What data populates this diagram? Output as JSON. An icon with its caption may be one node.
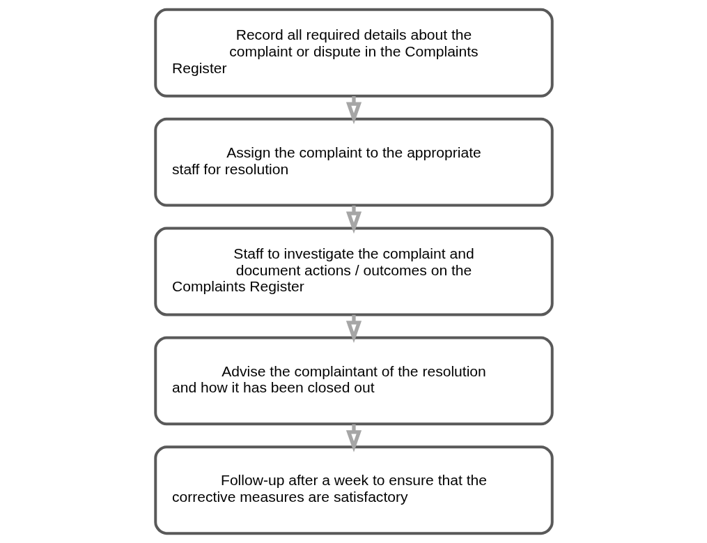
{
  "diagram": {
    "nodes": [
      {
        "text": [
          "Record all required details about the complaint or dispute in the Complaints Register"
        ]
      },
      {
        "text": [
          "Assign the complaint to the appropriate staff for resolution"
        ]
      },
      {
        "text": [
          "Staff to investigate the complaint and document actions / outcomes on the Complaints Register"
        ]
      },
      {
        "text": [
          "Advise the complaintant of the resolution and how it has been closed out"
        ]
      },
      {
        "text": [
          "Follow-up after a week to ensure that the corrective measures are satisfactory"
        ]
      }
    ],
    "edges": [
      {
        "from": 0,
        "to": 1,
        "arrow": "to"
      },
      {
        "from": 1,
        "to": 2,
        "arrow": "to"
      },
      {
        "from": 2,
        "to": 3,
        "arrow": "to"
      },
      {
        "from": 3,
        "to": 4,
        "arrow": "to"
      }
    ]
  }
}
